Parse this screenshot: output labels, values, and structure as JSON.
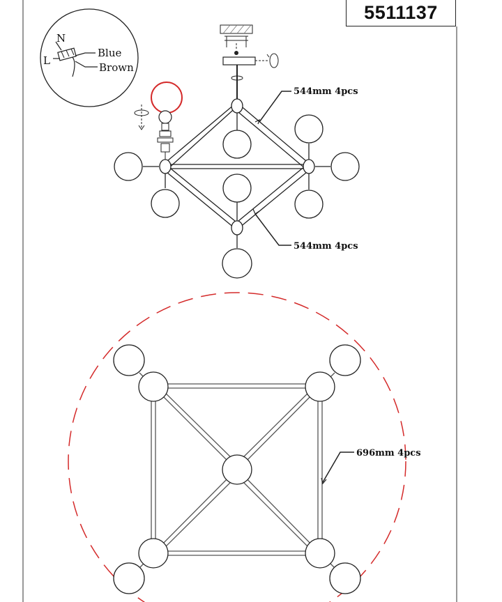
{
  "model_number": "5511137",
  "wiring": {
    "neutral_label": "N",
    "live_label": "L",
    "blue_label": "Blue",
    "brown_label": "Brown"
  },
  "dimensions": {
    "top_arm_label": "544mm 4pcs",
    "bottom_arm_label": "544mm 4pcs",
    "plan_side_label": "696mm 4pcs"
  },
  "colors": {
    "line": "#222222",
    "frame": "#555555",
    "highlight_circle": "#d42a2a",
    "outline_circle": "#d42a2a"
  }
}
